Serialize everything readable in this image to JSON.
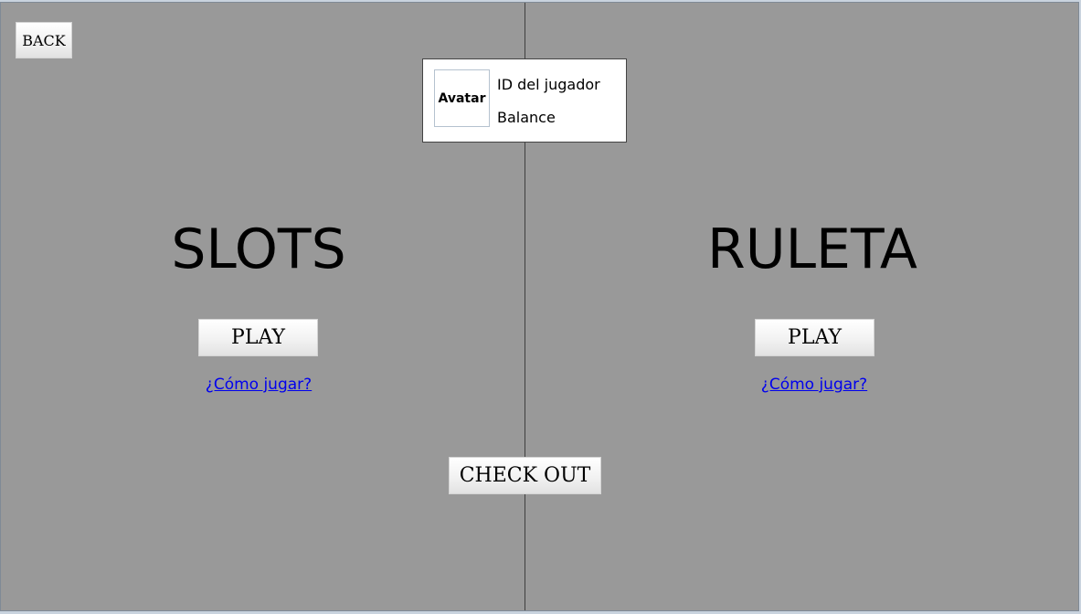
{
  "header": {
    "back_label": "BACK"
  },
  "player": {
    "avatar_label": "Avatar",
    "id_label": "ID del jugador",
    "balance_label": "Balance"
  },
  "games": {
    "slots": {
      "title": "SLOTS",
      "play_label": "PLAY",
      "how_to_label": "¿Cómo jugar?"
    },
    "ruleta": {
      "title": "RULETA",
      "play_label": "PLAY",
      "how_to_label": "¿Cómo jugar?"
    }
  },
  "footer": {
    "checkout_label": "CHECK OUT"
  }
}
